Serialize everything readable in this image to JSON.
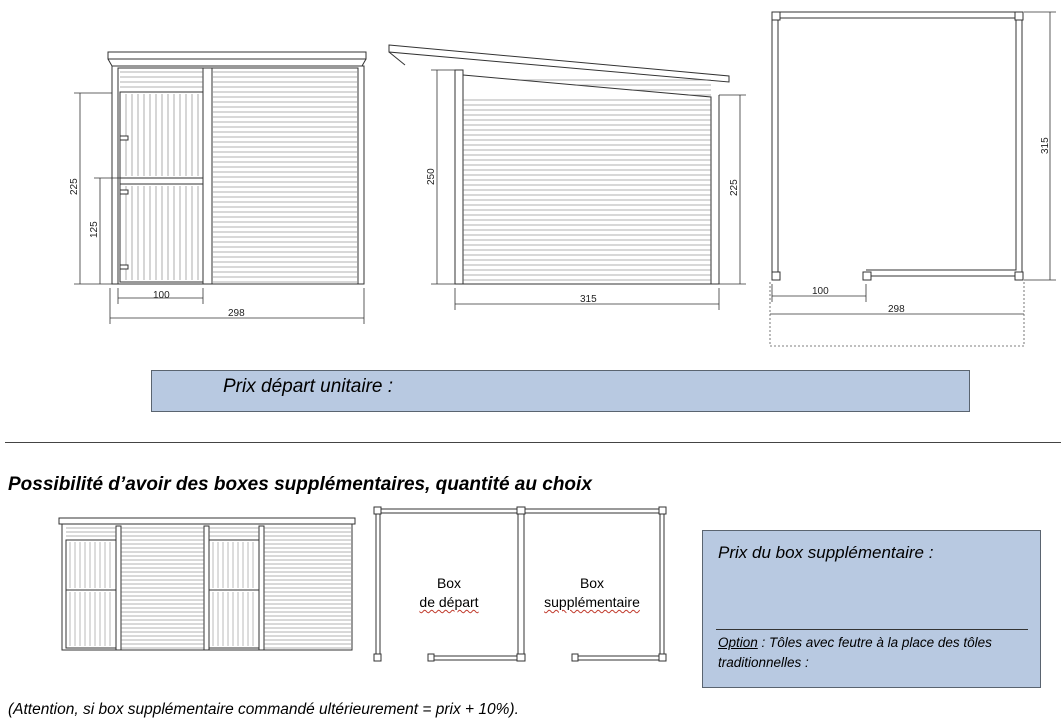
{
  "drawings": {
    "front": {
      "dim_total_height": "225",
      "dim_door_height": "125",
      "dim_door_width": "100",
      "dim_width": "298"
    },
    "side": {
      "dim_back_height": "250",
      "dim_front_height": "225",
      "dim_depth": "315"
    },
    "plan": {
      "dim_depth": "315",
      "dim_opening": "100",
      "dim_width": "298"
    },
    "module_plan": {
      "box1_line1": "Box",
      "box1_line2": "de départ",
      "box2_line1": "Box",
      "box2_line2": "supplémentaire"
    }
  },
  "pricing": {
    "unit_price_label": "Prix départ unitaire :",
    "section_title": "Possibilité d’avoir des boxes supplémentaires, quantité au choix",
    "extra_box_price_label": "Prix du box supplémentaire :",
    "option_label": "Option",
    "option_text": " : Tôles avec feutre à la place des tôles traditionnelles :",
    "footnote": "(Attention, si box supplémentaire commandé ultérieurement = prix + 10%)."
  },
  "colors": {
    "panel_fill": "#b8c9e1",
    "panel_border": "#5a6470",
    "line": "#333333"
  }
}
